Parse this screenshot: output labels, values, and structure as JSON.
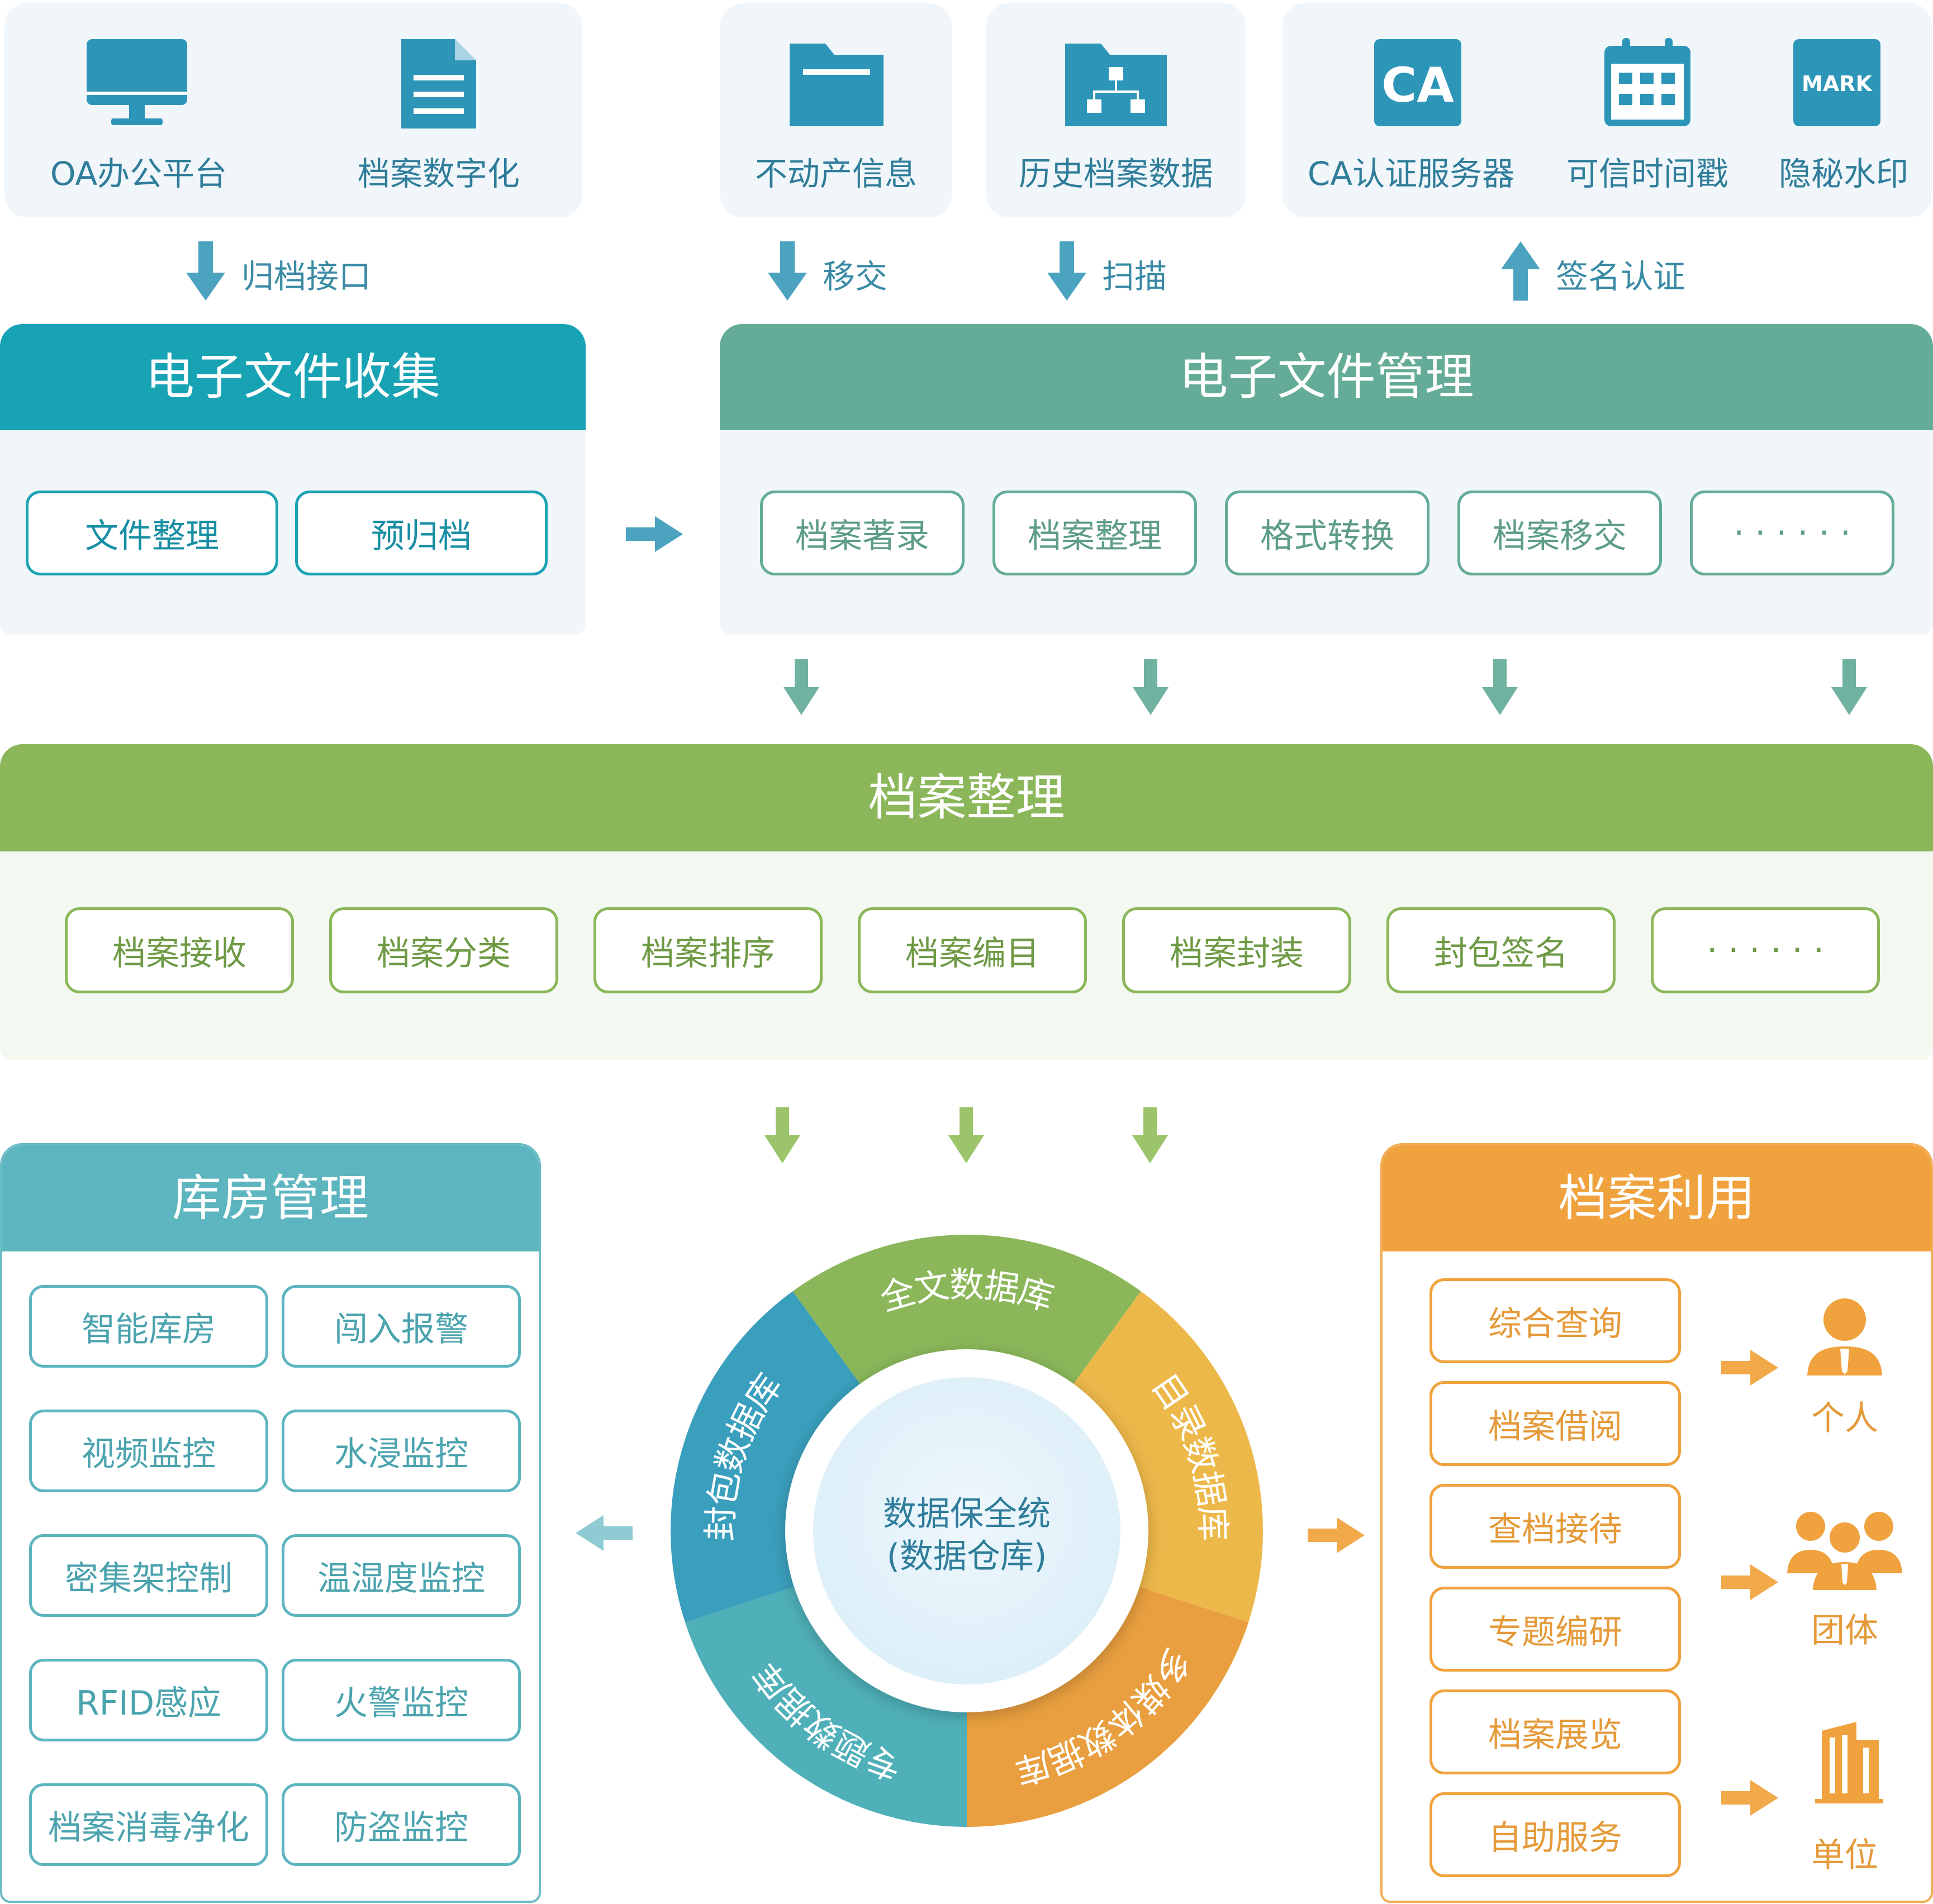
{
  "sources": {
    "oa": "OA办公平台",
    "digitization": "档案数字化",
    "real_estate": "不动产信息",
    "history": "历史档案数据",
    "ca_server": "CA认证服务器",
    "timestamp": "可信时间戳",
    "watermark": "隐秘水印",
    "ca_icon_text": "CA",
    "mark_icon_text": "MARK"
  },
  "flows": {
    "archive_interface": "归档接口",
    "transfer": "移交",
    "scan": "扫描",
    "signature_auth": "签名认证"
  },
  "collection": {
    "title": "电子文件收集",
    "items": [
      "文件整理",
      "预归档"
    ]
  },
  "management": {
    "title": "电子文件管理",
    "items": [
      "档案著录",
      "档案整理",
      "格式转换",
      "档案移交",
      "· · · · · ·"
    ]
  },
  "organization": {
    "title": "档案整理",
    "items": [
      "档案接收",
      "档案分类",
      "档案排序",
      "档案编目",
      "档案封装",
      "封包签名",
      "· · · · · ·"
    ]
  },
  "warehouse": {
    "title": "库房管理",
    "items": [
      "智能库房",
      "闯入报警",
      "视频监控",
      "水浸监控",
      "密集架控制",
      "温湿度监控",
      "RFID感应",
      "火警监控",
      "档案消毒净化",
      "防盗监控"
    ]
  },
  "ring": {
    "center_line1": "数据保全统",
    "center_line2": "(数据仓库)",
    "segments": [
      "全文数据库",
      "目录数据库",
      "多媒体数据库",
      "专题数据库",
      "封包数据库"
    ],
    "colors": [
      "#8bb75a",
      "#edb84a",
      "#e99f3f",
      "#4fb0b9",
      "#3a9fbd"
    ]
  },
  "utilization": {
    "title": "档案利用",
    "items": [
      "综合查询",
      "档案借阅",
      "查档接待",
      "专题编研",
      "档案展览",
      "自助服务"
    ],
    "users": [
      "个人",
      "团体",
      "单位"
    ]
  },
  "colors": {
    "collection": "#17a3b4",
    "management": "#64ac97",
    "organization": "#8bb75a",
    "warehouse": "#5db5bf",
    "utilization": "#efa23d",
    "icon": "#2d96b8"
  }
}
